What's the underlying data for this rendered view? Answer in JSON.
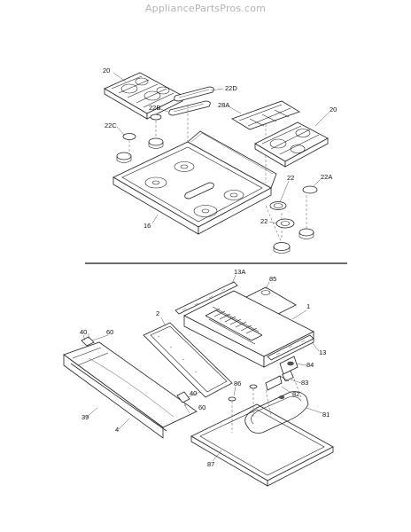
{
  "watermark": "AppliancePartsPros.com",
  "parts": {
    "p20_left": "20",
    "p22D": "22D",
    "p22B": "22B",
    "p22C": "22C",
    "p28A": "28A",
    "p20_right": "20",
    "p22_a": "22",
    "p22A": "22A",
    "p22_b": "22",
    "p16": "16",
    "p13A": "13A",
    "p85": "85",
    "p2": "2",
    "p1": "1",
    "p40_top": "40",
    "p60_top": "60",
    "p13": "13",
    "p84": "84",
    "p83": "83",
    "p86": "86",
    "p82": "82",
    "p39": "39",
    "p40_bottom": "40",
    "p60_bottom": "60",
    "p81": "81",
    "p4": "4",
    "p87": "87"
  }
}
